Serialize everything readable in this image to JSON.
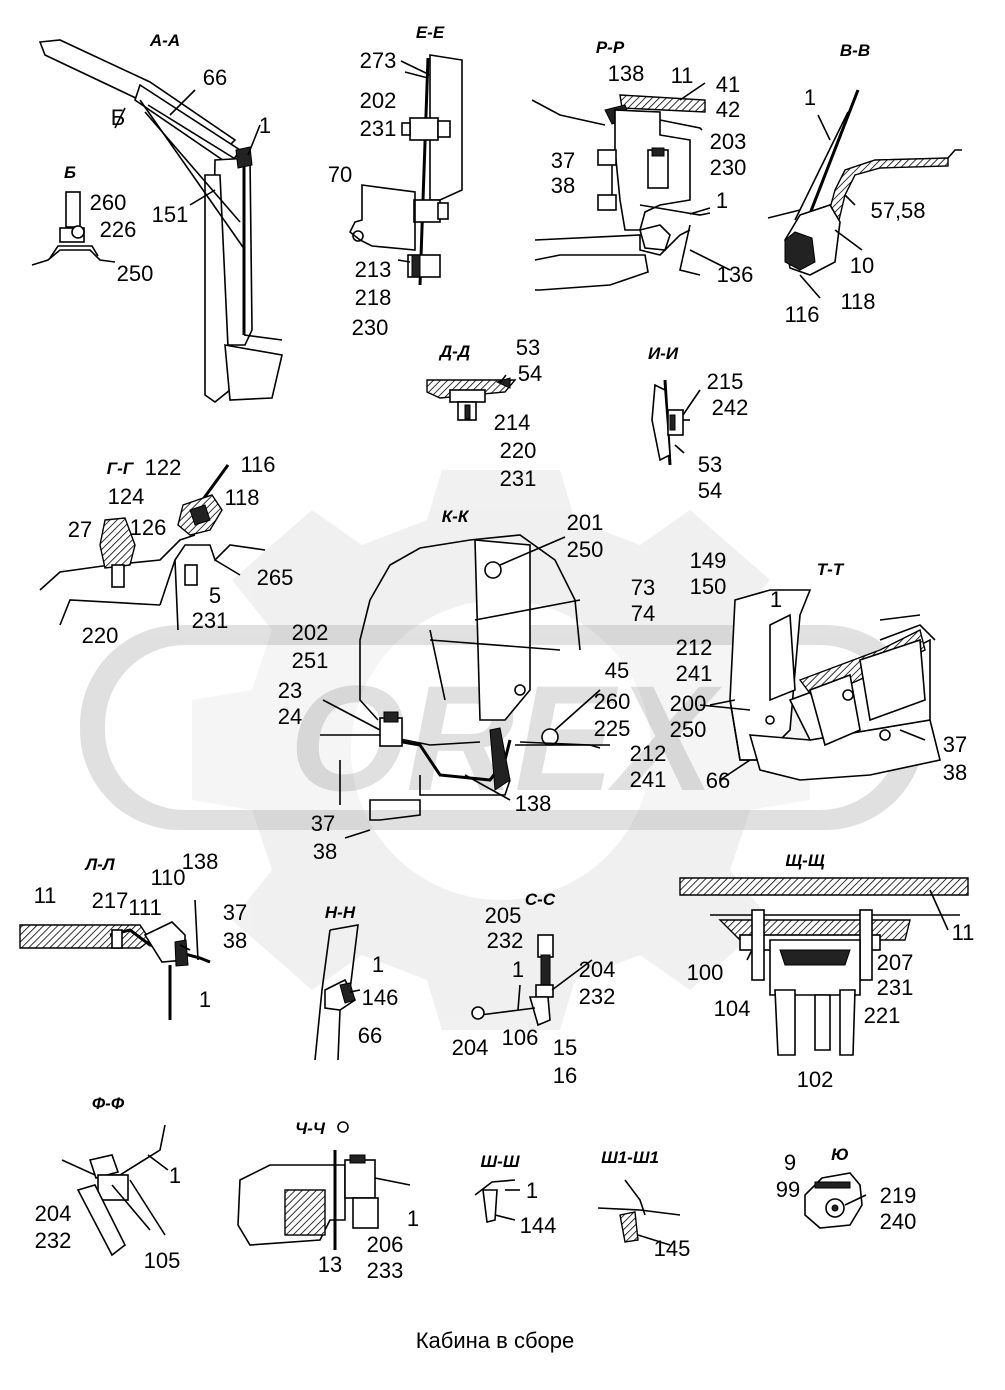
{
  "caption": "Кабина в сборе",
  "watermark": "OREX",
  "sections": [
    {
      "id": "a-a",
      "title": "А-А",
      "labels": [
        "66",
        "1",
        "151",
        "Б"
      ]
    },
    {
      "id": "b",
      "title": "Б",
      "labels": [
        "260",
        "226",
        "250"
      ]
    },
    {
      "id": "e-e",
      "title": "Е-Е",
      "labels": [
        "273",
        "202",
        "231",
        "70",
        "213",
        "218",
        "230"
      ]
    },
    {
      "id": "r-r",
      "title": "Р-Р",
      "labels": [
        "138",
        "11",
        "41",
        "42",
        "203",
        "230",
        "37",
        "38",
        "1",
        "136"
      ]
    },
    {
      "id": "v-v",
      "title": "В-В",
      "labels": [
        "1",
        "57,58",
        "10",
        "118",
        "116"
      ]
    },
    {
      "id": "d-d",
      "title": "Д-Д",
      "labels": [
        "53",
        "54",
        "214",
        "220",
        "231"
      ]
    },
    {
      "id": "i-i",
      "title": "И-И",
      "labels": [
        "215",
        "242",
        "53",
        "54"
      ]
    },
    {
      "id": "g-g",
      "title": "Г-Г",
      "labels": [
        "122",
        "116",
        "124",
        "118",
        "27",
        "126",
        "5",
        "265",
        "220",
        "231"
      ]
    },
    {
      "id": "k-k",
      "title": "К-К",
      "labels": [
        "201",
        "250",
        "202",
        "251",
        "23",
        "24",
        "45",
        "260",
        "225",
        "138",
        "37",
        "38"
      ]
    },
    {
      "id": "t-t",
      "title": "Т-Т",
      "labels": [
        "149",
        "150",
        "1",
        "73",
        "74",
        "212",
        "241",
        "200",
        "250",
        "212",
        "241",
        "66",
        "37",
        "38"
      ]
    },
    {
      "id": "l-l",
      "title": "Л-Л",
      "labels": [
        "138",
        "110",
        "11",
        "217",
        "111",
        "37",
        "38",
        "1"
      ]
    },
    {
      "id": "n-n",
      "title": "Н-Н",
      "labels": [
        "1",
        "146",
        "66"
      ]
    },
    {
      "id": "s-s",
      "title": "С-С",
      "labels": [
        "205",
        "232",
        "204",
        "232",
        "1",
        "204",
        "106",
        "15",
        "16"
      ]
    },
    {
      "id": "sch-sch",
      "title": "Щ-Щ",
      "labels": [
        "11",
        "100",
        "207",
        "231",
        "104",
        "221",
        "102"
      ]
    },
    {
      "id": "f-f",
      "title": "Ф-Ф",
      "labels": [
        "1",
        "204",
        "232",
        "105"
      ]
    },
    {
      "id": "ch-ch",
      "title": "Ч-Ч",
      "labels": [
        "1",
        "13",
        "206",
        "233"
      ]
    },
    {
      "id": "sh-sh",
      "title": "Ш-Ш",
      "labels": [
        "1",
        "144"
      ]
    },
    {
      "id": "sh1-sh1",
      "title": "Ш1-Ш1",
      "labels": [
        "145"
      ]
    },
    {
      "id": "yu",
      "title": "Ю",
      "labels": [
        "9",
        "99",
        "219",
        "240"
      ]
    }
  ]
}
